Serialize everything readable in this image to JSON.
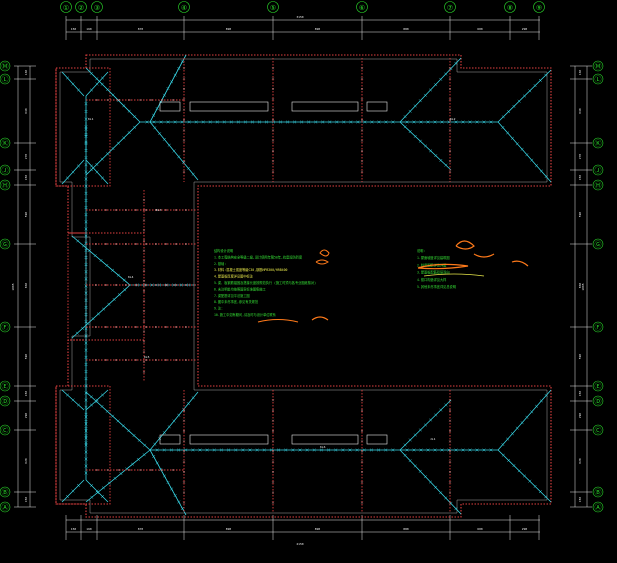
{
  "drawing": {
    "top_axes": [
      "①",
      "②",
      "③",
      "④",
      "⑤",
      "⑥",
      "⑦",
      "⑧",
      "⑨"
    ],
    "left_axes": [
      "Ⓜ",
      "Ⓛ",
      "Ⓚ",
      "Ⓙ",
      "Ⓗ",
      "Ⓖ",
      "Ⓕ",
      "Ⓔ",
      "Ⓓ",
      "Ⓒ",
      "Ⓑ",
      "Ⓐ"
    ],
    "right_axes": [
      "Ⓜ",
      "Ⓛ",
      "Ⓚ",
      "Ⓙ",
      "Ⓗ",
      "Ⓖ",
      "Ⓕ",
      "Ⓔ",
      "Ⓓ",
      "Ⓒ",
      "Ⓑ",
      "Ⓐ"
    ],
    "bottom_axes": [],
    "top_total_dim": "3150",
    "bottom_total_dim": "2150",
    "left_total_dim": "1065",
    "right_total_dim": "1065",
    "beam_labels": [
      "KL1",
      "KL2",
      "KL3",
      "KL4",
      "KL5",
      "KL6",
      "JL1"
    ],
    "notes_left": [
      "结构设计说明",
      "1.本工程结构安全等级二级,设计使用年限50年,抗震设防烈度",
      "2.基础:",
      "3.材料:混凝土强度等级C30,钢筋HPB300/HRB400",
      "4.屋面板厚度详见图中标注",
      "5.梁、板钢筋锚固及搭接长度按规范执行 (施工时须与各专业图纸核对)",
      "6.未注明处均按照国家标准图集施工",
      "7.梁配筋详见平法施工图",
      "8.图中未尽事宜,参见有关规范",
      "9.注:",
      "10.施工中如有疑问,请及时与设计单位联系"
    ],
    "notes_right": [
      "说明:",
      "1.屋面坡度详见建筑图",
      "2.斜梁配筋详见详图",
      "3.屋面板配筋双层双向",
      "4.檐口构造详见大样",
      "5.其他未尽事宜详见总说明"
    ]
  }
}
